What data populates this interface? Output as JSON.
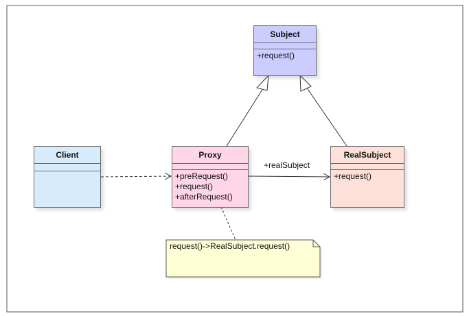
{
  "classes": {
    "subject": {
      "name": "Subject",
      "operations": [
        "+request()"
      ]
    },
    "proxy": {
      "name": "Proxy",
      "operations": [
        "+preRequest()",
        "+request()",
        "+afterRequest()"
      ]
    },
    "realsubject": {
      "name": "RealSubject",
      "operations": [
        "+request()"
      ]
    },
    "client": {
      "name": "Client",
      "operations": []
    }
  },
  "association": {
    "label": "+realSubject"
  },
  "note": {
    "text": "request()->RealSubject.request()"
  },
  "colors": {
    "subject": "#ccccff",
    "proxy": "#ffd6e8",
    "realsubject": "#fde0d8",
    "client": "#d6ecfb",
    "note": "#ffffd6"
  }
}
